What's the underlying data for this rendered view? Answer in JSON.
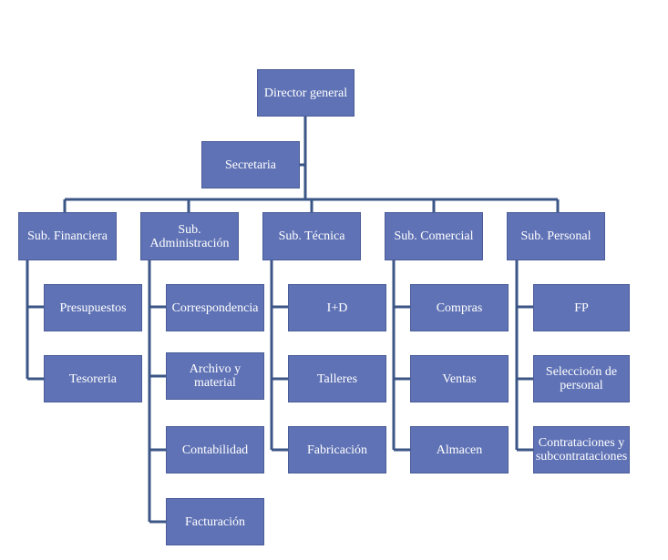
{
  "org_chart": {
    "top": {
      "label": "Director general"
    },
    "assistant": {
      "label": "Secretaria"
    },
    "departments": [
      {
        "label": "Sub. Financiera",
        "children": [
          "Presupuestos",
          "Tesoreria"
        ]
      },
      {
        "label": "Sub.\nAdministración",
        "children": [
          "Correspondencia",
          "Archivo y\nmaterial",
          "Contabilidad",
          "Facturación"
        ]
      },
      {
        "label": "Sub. Técnica",
        "children": [
          "I+D",
          "Talleres",
          "Fabricación"
        ]
      },
      {
        "label": "Sub. Comercial",
        "children": [
          "Compras",
          "Ventas",
          "Almacen"
        ]
      },
      {
        "label": "Sub. Personal",
        "children": [
          "FP",
          "Seleccioón de\npersonal",
          "Contrataciones y\nsubcontrataciones"
        ]
      }
    ]
  },
  "colors": {
    "box_fill": "#5f72b5",
    "box_text": "#ffffff",
    "connector": "#3b5686"
  }
}
